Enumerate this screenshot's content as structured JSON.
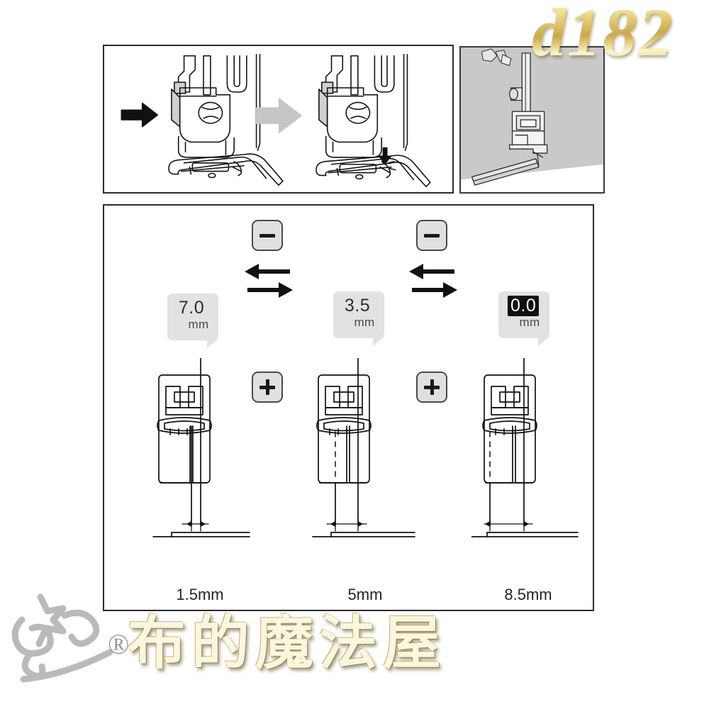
{
  "document": {
    "type": "sewing-machine-manual-illustration",
    "background_color": "#ffffff"
  },
  "panels": {
    "attachment": {
      "name": "presser-foot-attachment-steps",
      "step_arrow_before_label": "black-arrow",
      "step_arrow_after_label": "gray-arrow",
      "down_arrow_label": "snap-on-down-arrow"
    },
    "photo": {
      "name": "presser-foot-on-fabric-photo",
      "fabric_color": "#c9c9c9"
    },
    "main": {
      "name": "needle-position-adjustment-diagram"
    }
  },
  "adjustment": {
    "columns": [
      {
        "display_value": "7.0",
        "display_unit": "mm",
        "highlighted": false,
        "foot_label": "1.5mm",
        "needle_offset_mm": 1.5,
        "has_dashed_guide": false
      },
      {
        "display_value": "3.5",
        "display_unit": "mm",
        "highlighted": false,
        "foot_label": "5mm",
        "needle_offset_mm": 5,
        "has_dashed_guide": true
      },
      {
        "display_value": "0.0",
        "display_unit": "mm",
        "highlighted": true,
        "foot_label": "8.5mm",
        "needle_offset_mm": 8.5,
        "has_dashed_guide": true
      }
    ],
    "controls": [
      {
        "minus_label": "−",
        "plus_label": "+",
        "arrow_left": "left-arrow",
        "arrow_right": "right-arrow"
      },
      {
        "minus_label": "−",
        "plus_label": "+",
        "arrow_left": "left-arrow",
        "arrow_right": "right-arrow"
      }
    ]
  },
  "watermarks": {
    "top_right": "d182",
    "bottom": "布的魔法屋",
    "registered_mark": "®"
  },
  "colors": {
    "bubble_bg": "#e2e2e2",
    "key_bg": "#e0e0e0",
    "key_border": "#4a4a4a",
    "line": "#1a1a1a",
    "panel_border": "#2b2b2b",
    "gold": "#cdA842"
  }
}
